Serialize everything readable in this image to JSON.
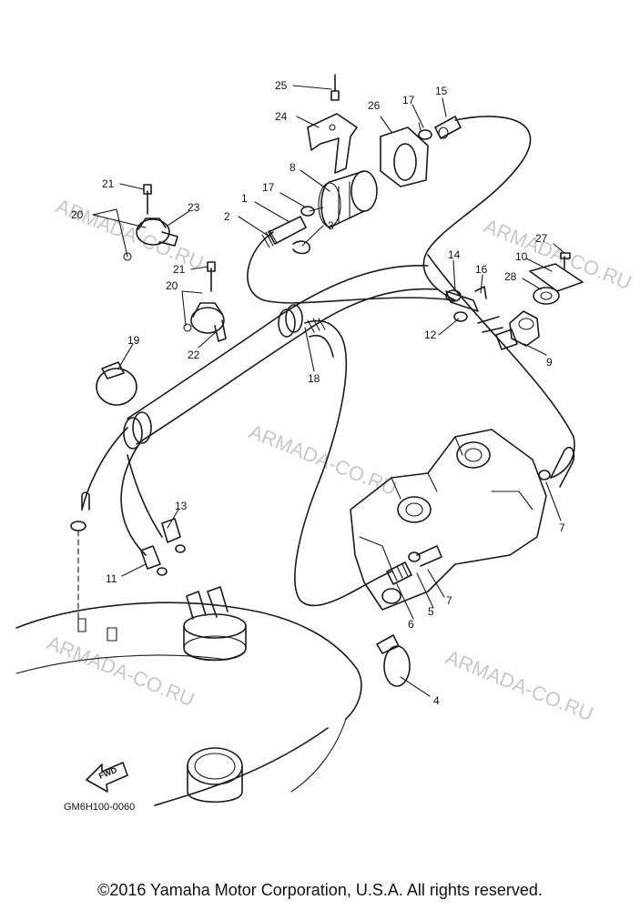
{
  "watermark": "ARMADA-CO.RU",
  "diagram_code": "GM6H100-0060",
  "fwd_label": "FWD",
  "copyright": "©2016 Yamaha Motor Corporation, U.S.A. All rights reserved.",
  "labels": {
    "l1": "1",
    "l2": "2",
    "l3": "3",
    "l4": "4",
    "l5": "5",
    "l6": "6",
    "l7a": "7",
    "l7b": "7",
    "l8": "8",
    "l9": "9",
    "l10": "10",
    "l11": "11",
    "l12": "12",
    "l13": "13",
    "l14": "14",
    "l15": "15",
    "l16": "16",
    "l17a": "17",
    "l17b": "17",
    "l18": "18",
    "l19": "19",
    "l20a": "20",
    "l20b": "20",
    "l21a": "21",
    "l21b": "21",
    "l22": "22",
    "l23": "23",
    "l24": "24",
    "l25": "25",
    "l26": "26",
    "l27": "27",
    "l28": "28"
  }
}
